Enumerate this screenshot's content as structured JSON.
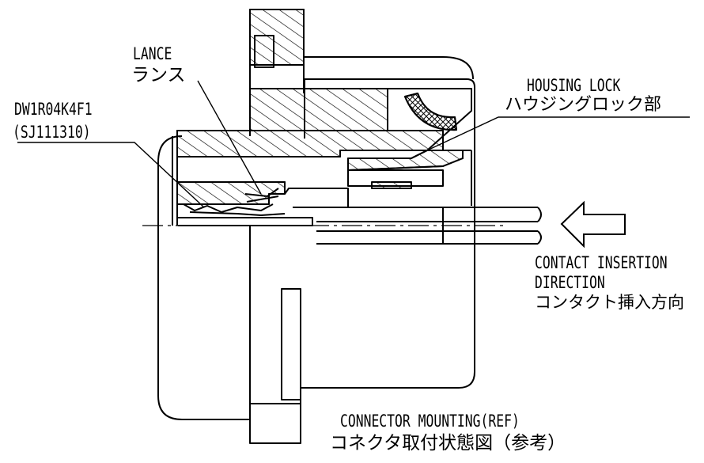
{
  "labels": {
    "lance_en": "LANCE",
    "lance_jp": "ランス",
    "part_number": "DW1R04K4F1",
    "part_code": "(SJ111310)",
    "housing_lock_en": "HOUSING LOCK",
    "housing_lock_jp": "ハウジングロック部",
    "insertion_en_1": "CONTACT INSERTION",
    "insertion_en_2": "DIRECTION",
    "insertion_jp": "コンタクト挿入方向",
    "mounting_en": "CONNECTOR MOUNTING(REF)",
    "mounting_jp": "コネクタ取付状態図（参考）"
  },
  "colors": {
    "line": "#000000",
    "background": "#ffffff"
  },
  "icons": {
    "insertion_arrow": "arrow-left-outline-icon"
  }
}
